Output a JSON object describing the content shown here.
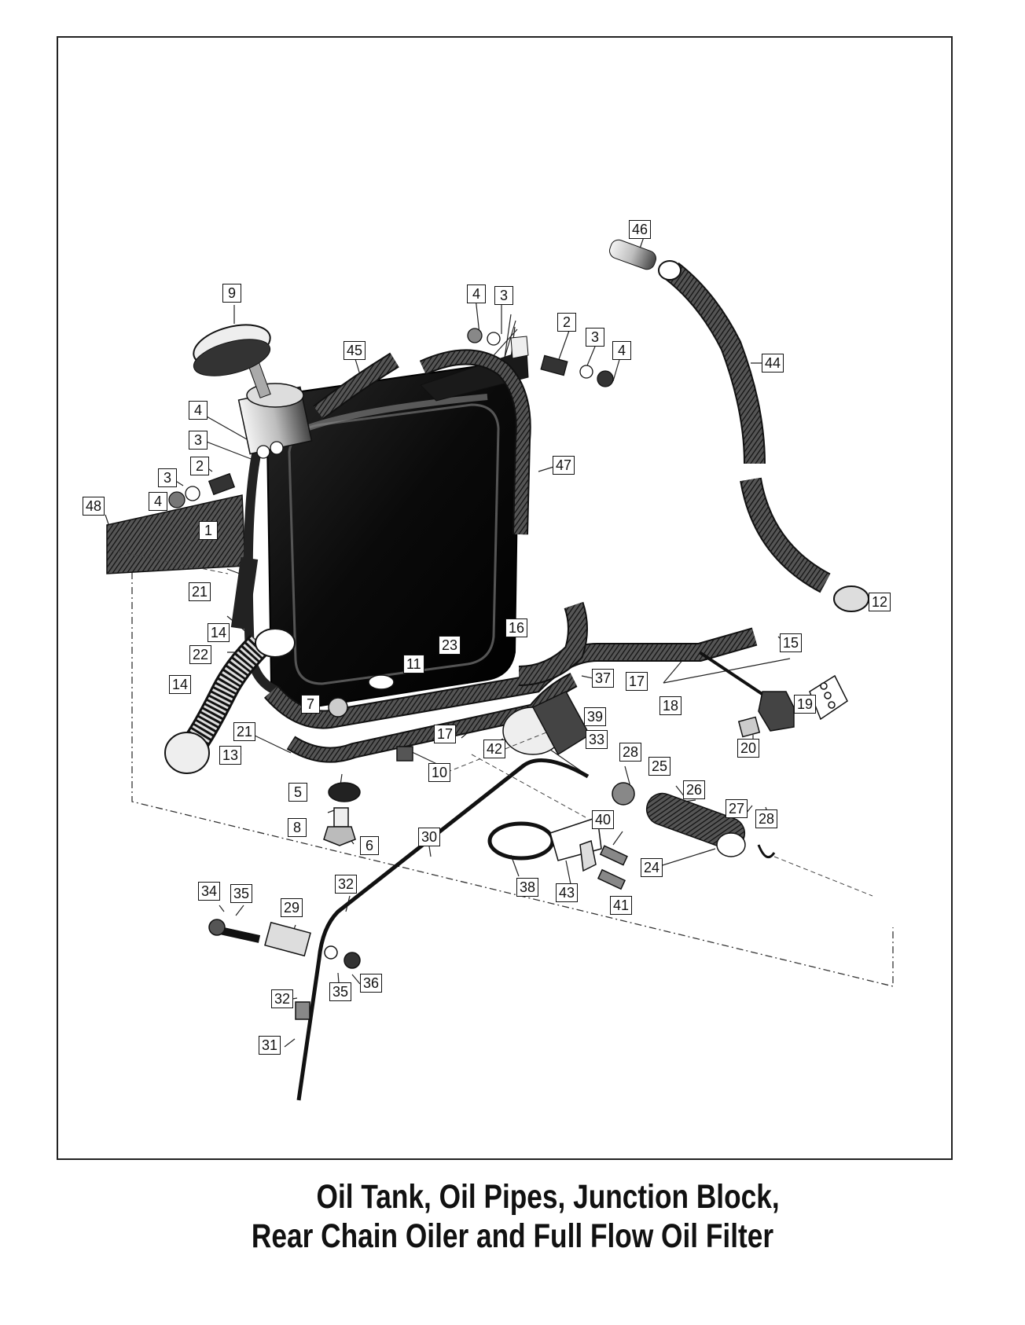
{
  "caption": {
    "line1": "Oil Tank, Oil Pipes, Junction Block,",
    "line2": "Rear Chain Oiler and Full Flow Oil Filter"
  },
  "callouts": [
    "1",
    "2",
    "2",
    "3",
    "3",
    "3",
    "3",
    "4",
    "4",
    "4",
    "4",
    "5",
    "6",
    "7",
    "8",
    "9",
    "10",
    "11",
    "12",
    "13",
    "14",
    "14",
    "15",
    "16",
    "17",
    "17",
    "18",
    "19",
    "20",
    "21",
    "21",
    "22",
    "23",
    "24",
    "25",
    "26",
    "27",
    "28",
    "28",
    "29",
    "30",
    "31",
    "32",
    "32",
    "33",
    "34",
    "35",
    "35",
    "36",
    "37",
    "38",
    "39",
    "40",
    "41",
    "42",
    "43",
    "44",
    "45",
    "46",
    "47",
    "48"
  ]
}
